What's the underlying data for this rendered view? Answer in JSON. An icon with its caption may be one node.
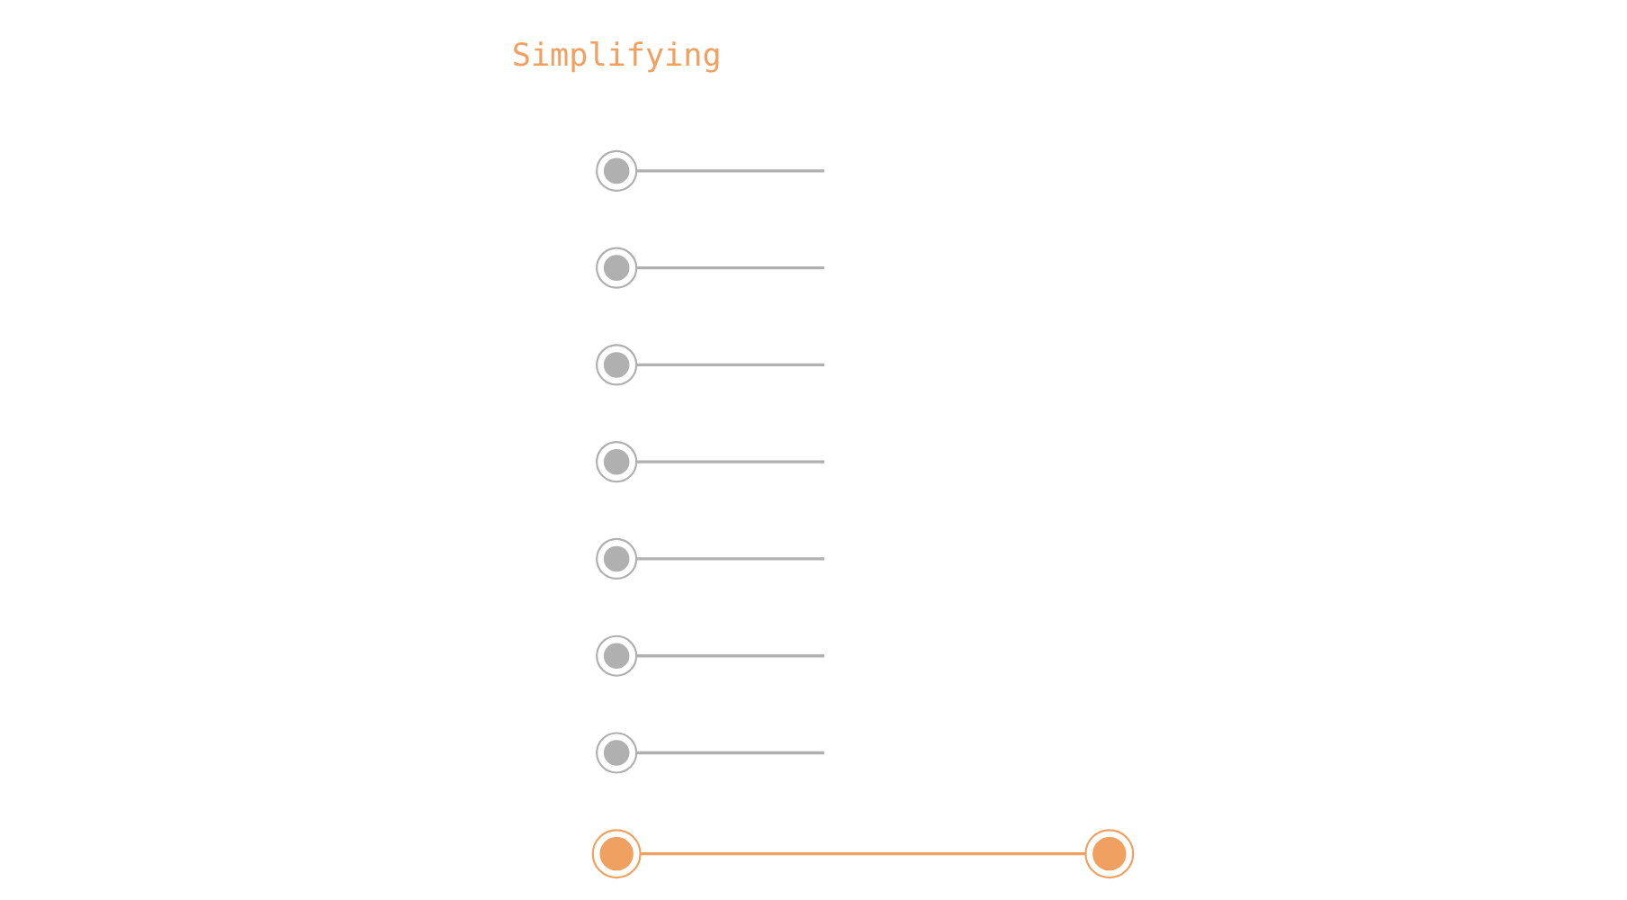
{
  "diagram": {
    "nodes": [
      {
        "text": [],
        "shape": "circle"
      },
      {
        "text": [],
        "shape": "circle"
      },
      {
        "text": [],
        "shape": "circle"
      },
      {
        "text": [],
        "shape": "circle"
      },
      {
        "text": [],
        "shape": "circle"
      },
      {
        "text": [],
        "shape": "circle"
      },
      {
        "text": [],
        "shape": "circle"
      },
      {
        "text": [],
        "shape": "circle"
      },
      {
        "text": [],
        "shape": "circle"
      }
    ],
    "edges": [
      {
        "from": 0,
        "to": 1,
        "arrow": "none",
        "color": "#f0a060"
      },
      {
        "from": 2,
        "to": null,
        "arrow": "none"
      },
      {
        "from": 3,
        "to": null,
        "arrow": "none"
      },
      {
        "from": 4,
        "to": null,
        "arrow": "none"
      },
      {
        "from": 5,
        "to": null,
        "arrow": "none"
      },
      {
        "from": 6,
        "to": null,
        "arrow": "none"
      },
      {
        "from": 7,
        "to": null,
        "arrow": "none"
      },
      {
        "from": 8,
        "to": null,
        "arrow": "none"
      }
    ],
    "labels": [
      "Simplifying"
    ]
  }
}
